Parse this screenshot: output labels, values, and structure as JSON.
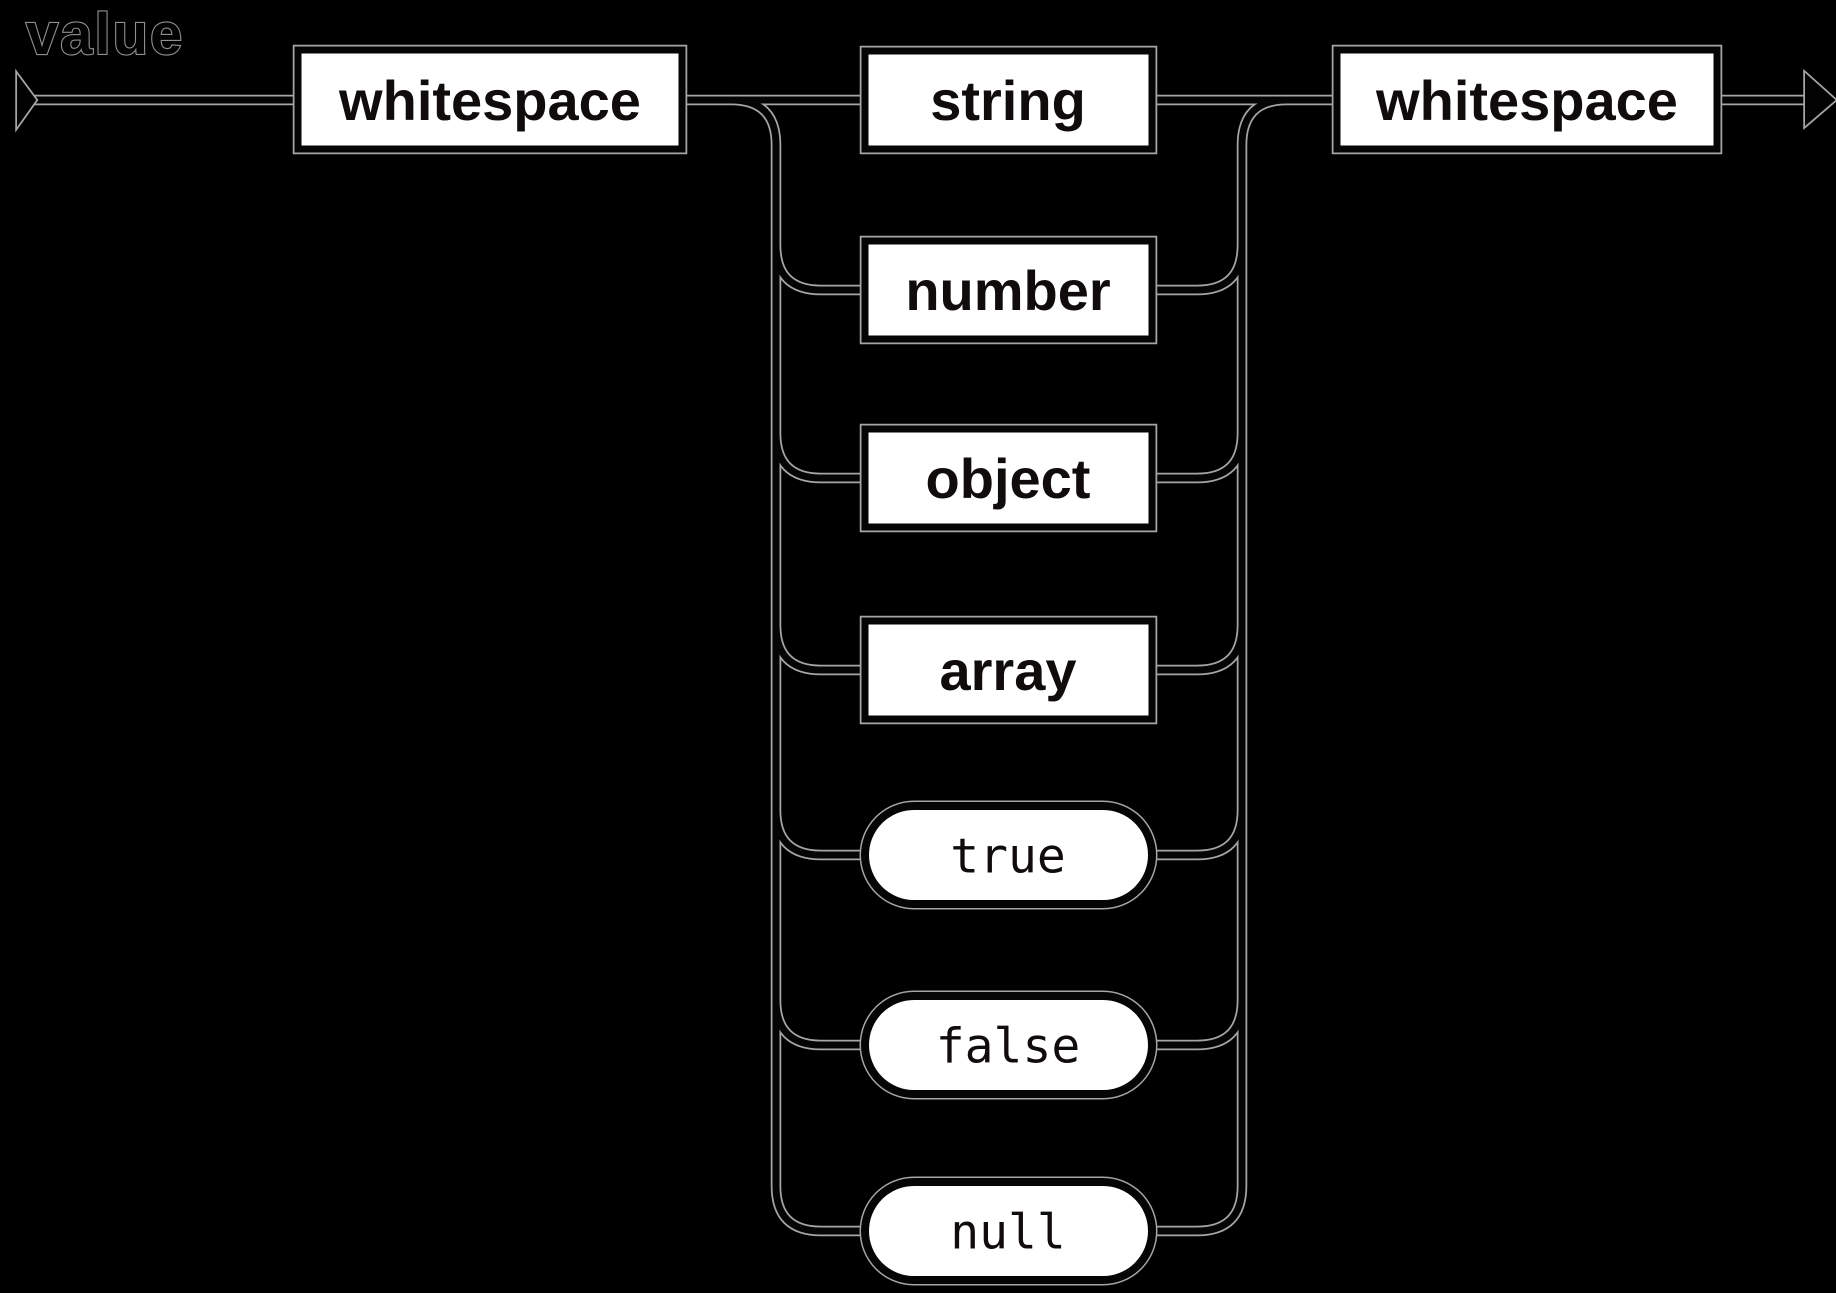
{
  "title": "value",
  "diagram": {
    "kind": "railroad-syntax-diagram",
    "rule_name": "value",
    "colors": {
      "background": "#000000",
      "box_fill": "#ffffff",
      "line_ink": "#050505",
      "line_halo": "#a6a6a6",
      "text": "#100c0c"
    },
    "icons": {
      "start": "start-arrow-icon",
      "end": "end-arrow-icon"
    },
    "nodes": {
      "whitespace_left": {
        "label": "whitespace",
        "type": "non-terminal"
      },
      "whitespace_right": {
        "label": "whitespace",
        "type": "non-terminal"
      },
      "alternatives": [
        {
          "label": "string",
          "type": "non-terminal"
        },
        {
          "label": "number",
          "type": "non-terminal"
        },
        {
          "label": "object",
          "type": "non-terminal"
        },
        {
          "label": "array",
          "type": "non-terminal"
        },
        {
          "label": "true",
          "type": "terminal"
        },
        {
          "label": "false",
          "type": "terminal"
        },
        {
          "label": "null",
          "type": "terminal"
        }
      ]
    }
  }
}
